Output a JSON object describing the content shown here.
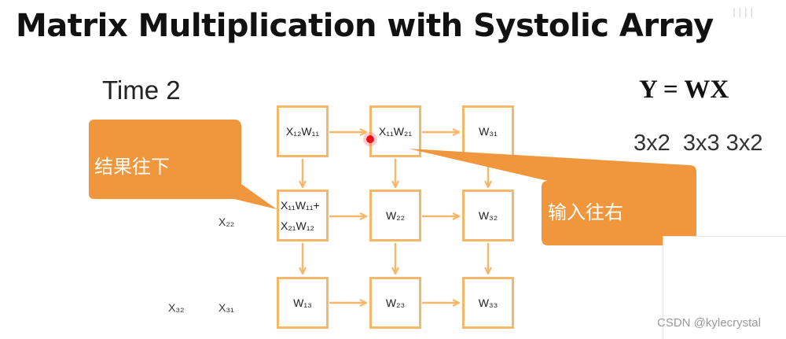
{
  "title": "Matrix Multiplication with Systolic Array",
  "time_label": "Time 2",
  "equation": "Y = WX",
  "dimensions": "3x2  3x3 3x2",
  "cells": [
    {
      "label": "X₁₂W₁₁"
    },
    {
      "label": "X₁₁W₂₁"
    },
    {
      "label": "W₃₁"
    },
    {
      "line1": "X₁₁W₁₁+",
      "line2": "X₂₁W₁₂"
    },
    {
      "label": "W₂₂"
    },
    {
      "label": "W₃₂"
    },
    {
      "label": "W₁₃"
    },
    {
      "label": "W₂₃"
    },
    {
      "label": "W₃₃"
    }
  ],
  "inputs": [
    "X₂₂",
    "X₃₂",
    "X₃₁"
  ],
  "callouts": {
    "down": "结果往下",
    "right": "输入往右"
  },
  "corner_text": "ꟾ ꟾ ꟾ ꟾ",
  "watermark": "CSDN @kylecrystal",
  "colors": {
    "cell_border": "#f5b86a",
    "arrow": "#f5b86a",
    "callout_fill": "#f0963c",
    "pointer": "#e8101a"
  }
}
